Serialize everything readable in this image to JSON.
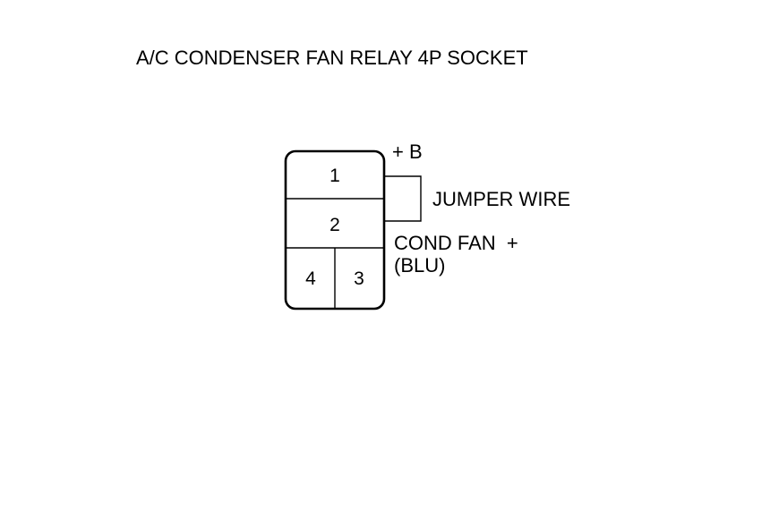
{
  "title": "A/C CONDENSER FAN RELAY 4P SOCKET",
  "pins": {
    "p1": "1",
    "p2": "2",
    "p3": "3",
    "p4": "4"
  },
  "labels": {
    "plus_b": "+ B",
    "jumper_wire": "JUMPER WIRE",
    "cond_fan_line1": "COND FAN  +",
    "cond_fan_line2": "(BLU)"
  },
  "colors": {
    "line": "#000000",
    "background": "#ffffff"
  }
}
